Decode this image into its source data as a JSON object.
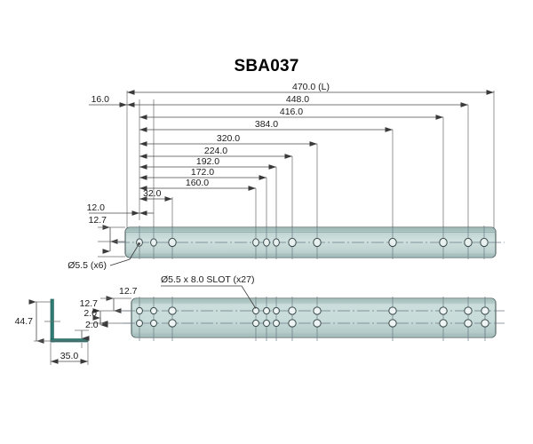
{
  "drawing": {
    "title": "SBA037",
    "units": "mm",
    "colors": {
      "part_fill": "#c3d7d5",
      "part_fill_light": "#d4e3e1",
      "part_edge": "#4a5a5a",
      "part_top_band": "#a9c2c0",
      "line": "#3a3a3a",
      "dim_line": "#5a5a5a",
      "centerline": "#6d7b85",
      "section_accent": "#2e7c73",
      "text": "#1a1a1a",
      "background": "#ffffff"
    }
  },
  "views": {
    "top_view": {
      "name": "front-elevation-with-holes",
      "length_mm": 470.0,
      "hole_callout": "Ø5.5 (x6)",
      "hole_diameter_mm": 5.5,
      "hole_count": 6,
      "hole_positions_mm": [
        12.0,
        32.0,
        160.0,
        172.0,
        192.0,
        224.0,
        320.0,
        384.0,
        416.0,
        448.0
      ]
    },
    "bottom_view": {
      "name": "plan-view-with-slots",
      "slot_callout": "Ø5.5 x 8.0 SLOT (x27)",
      "slot_diameter_mm": 5.5,
      "slot_length_mm": 8.0,
      "slot_count": 27,
      "row_offsets_mm": [
        12.7,
        12.7
      ],
      "slot_positions_mm": [
        12.0,
        32.0,
        160.0,
        172.0,
        192.0,
        224.0,
        320.0,
        384.0,
        416.0,
        448.0
      ]
    },
    "section_view": {
      "name": "l-profile-cross-section",
      "height_mm": 44.7,
      "width_mm": 35.0,
      "thickness_mm": 2.0
    }
  },
  "dimensions": {
    "horizontal_stack": [
      {
        "label": "470.0 (L)",
        "value": 470.0,
        "overall": true
      },
      {
        "label": "448.0",
        "value": 448.0,
        "overall": false
      },
      {
        "label": "416.0",
        "value": 416.0,
        "overall": false
      },
      {
        "label": "384.0",
        "value": 384.0,
        "overall": false
      },
      {
        "label": "320.0",
        "value": 320.0,
        "overall": false
      },
      {
        "label": "224.0",
        "value": 224.0,
        "overall": false
      },
      {
        "label": "192.0",
        "value": 192.0,
        "overall": false
      },
      {
        "label": "172.0",
        "value": 172.0,
        "overall": false
      },
      {
        "label": "160.0",
        "value": 160.0,
        "overall": false
      },
      {
        "label": "32.0",
        "value": 32.0,
        "overall": false
      },
      {
        "label": "12.0",
        "value": 12.0,
        "overall": false
      }
    ],
    "edge_offset": {
      "label": "16.0",
      "value": 16.0
    },
    "top_view_vertical": [
      {
        "label": "12.7",
        "value": 12.7
      }
    ],
    "bottom_view_vertical": [
      {
        "label": "12.7",
        "value": 12.7
      },
      {
        "label": "12.7",
        "value": 12.7
      },
      {
        "label": "2.0",
        "value": 2.0
      }
    ],
    "section_vertical": {
      "label": "44.7",
      "value": 44.7
    },
    "section_horizontal": {
      "label": "35.0",
      "value": 35.0
    },
    "section_thickness": {
      "label": "2.0",
      "value": 2.0
    }
  },
  "callouts": {
    "holes": "Ø5.5 (x6)",
    "slots": "Ø5.5 x 8.0 SLOT (x27)"
  },
  "labels": {
    "d470": "470.0 (L)",
    "d448": "448.0",
    "d416": "416.0",
    "d384": "384.0",
    "d320": "320.0",
    "d224": "224.0",
    "d192": "192.0",
    "d172": "172.0",
    "d160": "160.0",
    "d32": "32.0",
    "d12": "12.0",
    "d16": "16.0",
    "v127_a": "12.7",
    "v127_b": "12.7",
    "v127_c": "12.7",
    "v20": "2.0",
    "s447": "44.7",
    "s350": "35.0",
    "s20": "2.0"
  }
}
